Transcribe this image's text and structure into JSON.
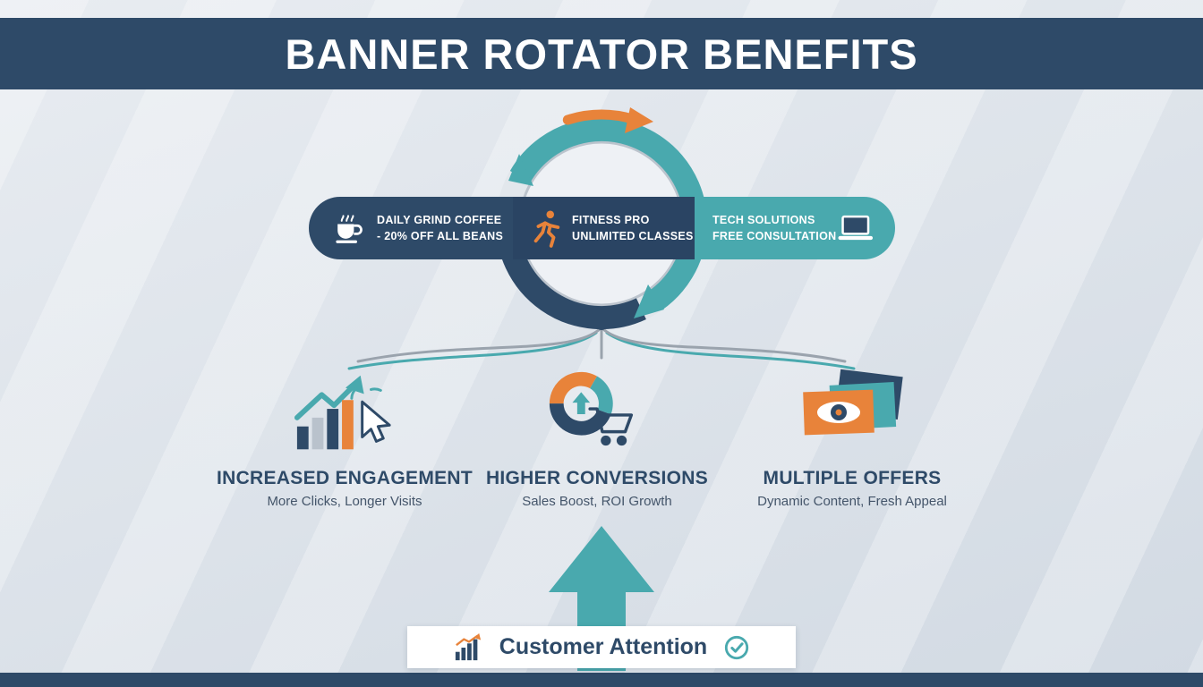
{
  "header": {
    "title": "BANNER ROTATOR BENEFITS"
  },
  "rotator": {
    "banners": [
      {
        "icon": "coffee-icon",
        "line1": "DAILY GRIND COFFEE",
        "line2": "- 20% OFF ALL BEANS"
      },
      {
        "icon": "runner-icon",
        "line1": "FITNESS PRO",
        "line2": "UNLIMITED CLASSES"
      },
      {
        "icon": "laptop-icon",
        "line1": "TECH SOLUTIONS",
        "line2": "FREE CONSULTATION"
      }
    ]
  },
  "benefits": [
    {
      "icon": "engagement-click-chart-icon",
      "title": "INCREASED ENGAGEMENT",
      "subtitle": "More Clicks, Longer Visits"
    },
    {
      "icon": "conversion-donut-cart-icon",
      "title": "HIGHER CONVERSIONS",
      "subtitle": "Sales Boost, ROI Growth"
    },
    {
      "icon": "multiple-offers-eye-icon",
      "title": "MULTIPLE OFFERS",
      "subtitle": "Dynamic Content, Fresh Appeal"
    }
  ],
  "footer": {
    "label": "Customer Attention",
    "icon_left": "bar-chart-icon",
    "icon_right": "check-circle-icon"
  },
  "colors": {
    "navy": "#2e4a68",
    "teal": "#49a9ae",
    "orange": "#e8833a",
    "background": "#dbe2e9",
    "white": "#ffffff"
  }
}
